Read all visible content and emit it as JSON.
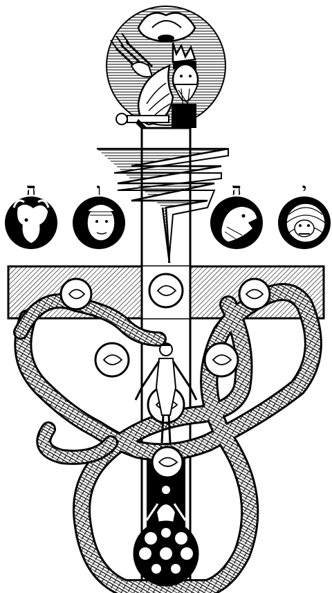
{
  "illustration": {
    "subject": "kabbalistic-cross-engraving",
    "colors": {
      "ink": "#000000",
      "paper": "#ffffff"
    },
    "hebrew_letters": [
      "ה",
      "ו",
      "ה",
      "י"
    ],
    "medallions": [
      "bull",
      "man",
      "eagle",
      "lion"
    ]
  }
}
